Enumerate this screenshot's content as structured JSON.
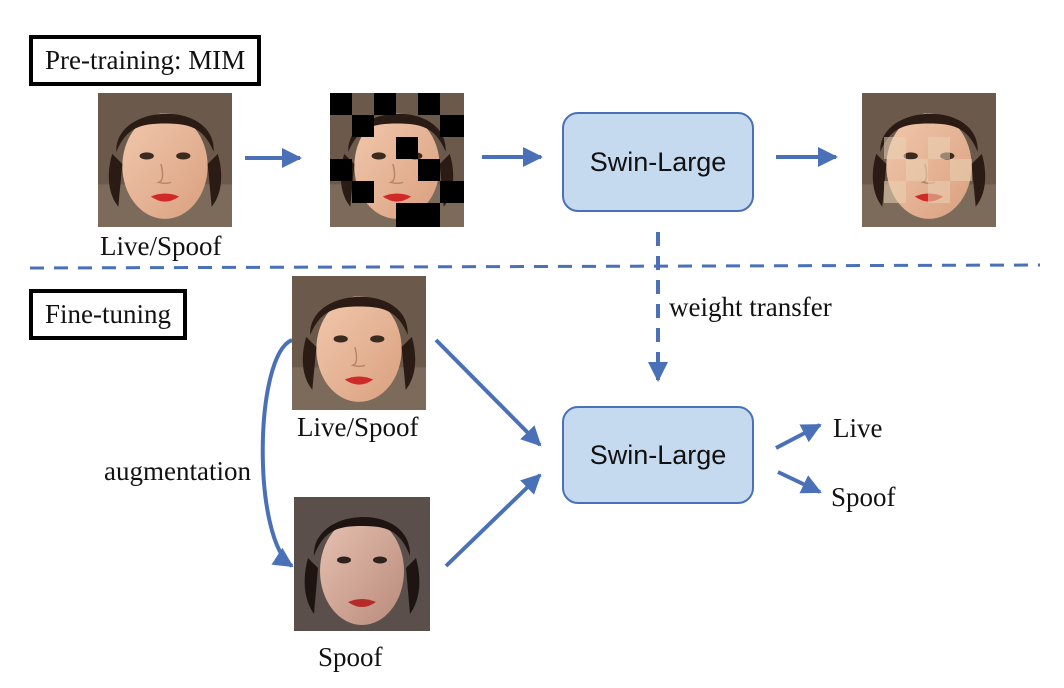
{
  "stages": {
    "pretrain_label": "Pre-training: MIM",
    "finetune_label": "Fine-tuning"
  },
  "captions": {
    "pretrain_input": "Live/Spoof",
    "finetune_input": "Live/Spoof",
    "finetune_spoof": "Spoof",
    "augmentation": "augmentation",
    "weight_transfer": "weight transfer"
  },
  "models": {
    "pretrain_model": "Swin-Large",
    "finetune_model": "Swin-Large"
  },
  "outputs": {
    "live": "Live",
    "spoof": "Spoof"
  },
  "colors": {
    "arrow": "#4a71b8",
    "box_fill": "#c5d9ef",
    "box_border": "#4a71b8",
    "mask": "#000000"
  }
}
